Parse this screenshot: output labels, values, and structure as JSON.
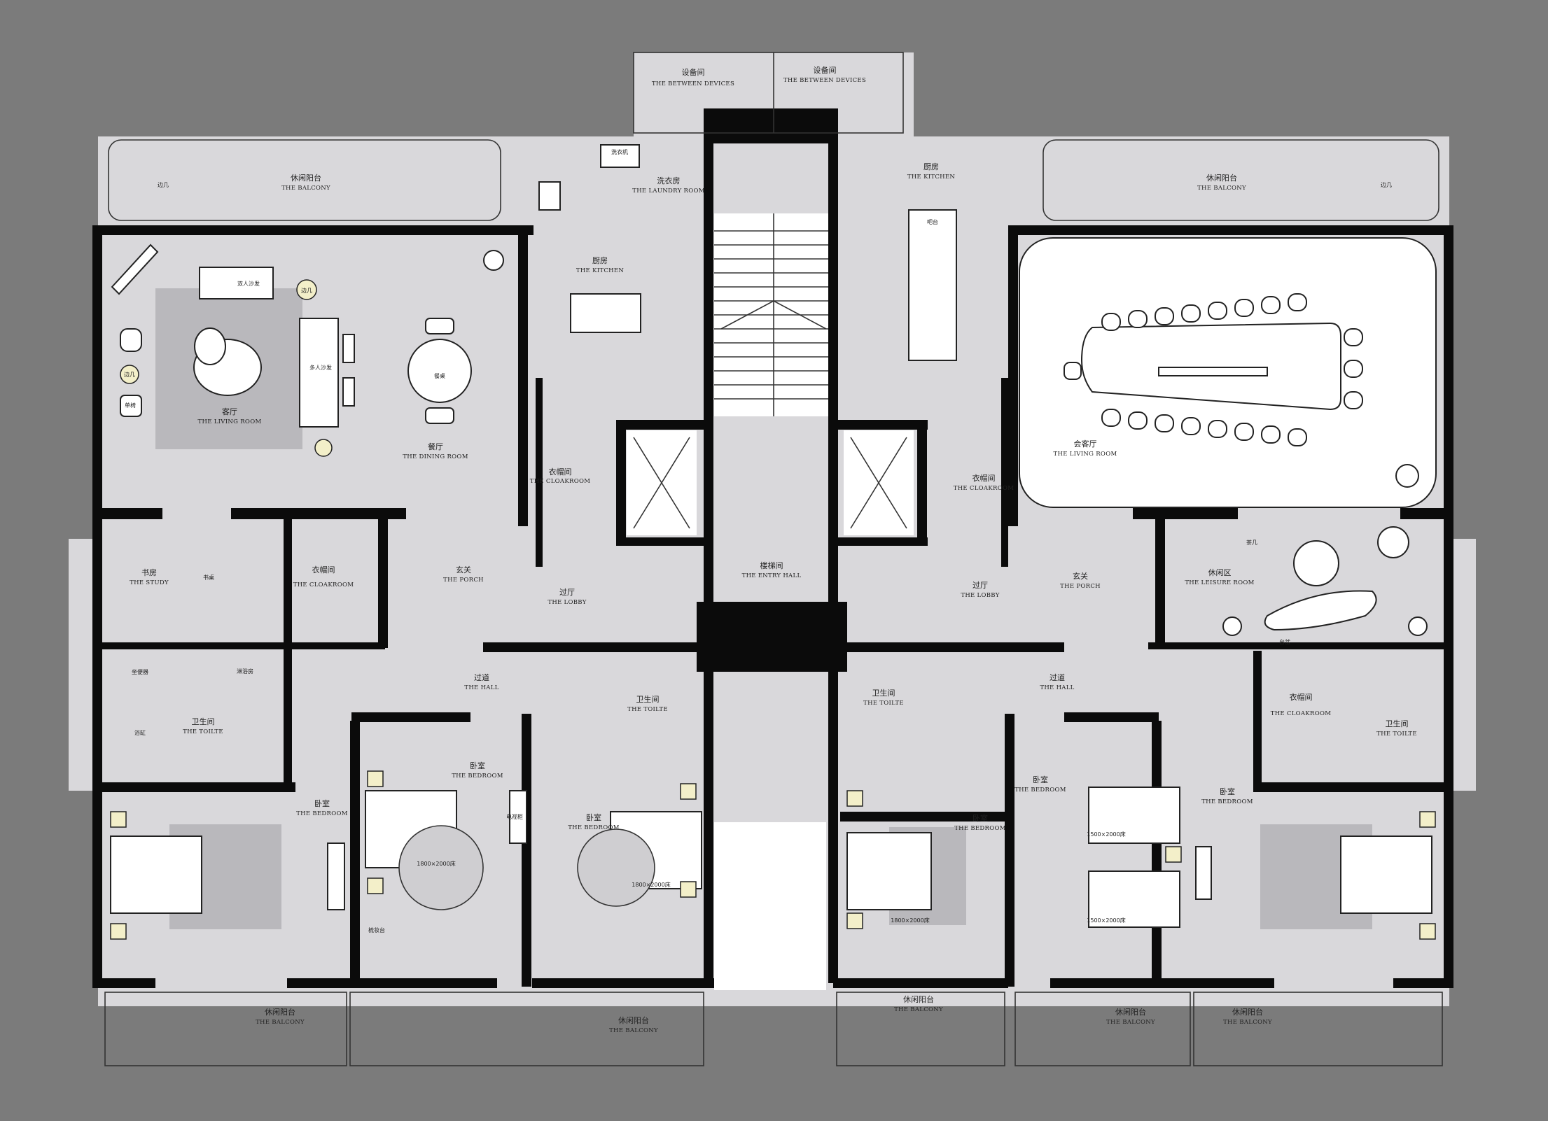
{
  "rooms": {
    "devices_l": {
      "cn": "设备间",
      "en": "THE BETWEEN DEVICES"
    },
    "devices_r": {
      "cn": "设备间",
      "en": "THE BETWEEN DEVICES"
    },
    "balcony_tl": {
      "cn": "休闲阳台",
      "en": "THE BALCONY"
    },
    "balcony_tr": {
      "cn": "休闲阳台",
      "en": "THE BALCONY"
    },
    "laundry": {
      "cn": "洗衣房",
      "en": "THE LAUNDRY ROOM"
    },
    "kitchen_l": {
      "cn": "厨房",
      "en": "THE KITCHEN"
    },
    "kitchen_r": {
      "cn": "厨房",
      "en": "THE KITCHEN"
    },
    "living_l": {
      "cn": "客厅",
      "en": "THE LIVING ROOM"
    },
    "dining": {
      "cn": "餐厅",
      "en": "THE DINING ROOM"
    },
    "living_r": {
      "cn": "会客厅",
      "en": "THE LIVING ROOM"
    },
    "cloak_1": {
      "cn": "衣帽间",
      "en": "THE CLOAKROOM"
    },
    "cloak_2": {
      "cn": "衣帽间",
      "en": "THE CLOAKROOM"
    },
    "cloak_3": {
      "cn": "衣帽间",
      "en": "THE CLOAKROOM"
    },
    "cloak_4": {
      "cn": "衣帽间",
      "en": "THE CLOAKROOM"
    },
    "study": {
      "cn": "书房",
      "en": "THE STUDY"
    },
    "porch_l": {
      "cn": "玄关",
      "en": "THE PORCH"
    },
    "porch_r": {
      "cn": "玄关",
      "en": "THE PORCH"
    },
    "lobby_l": {
      "cn": "过厅",
      "en": "THE LOBBY"
    },
    "lobby_r": {
      "cn": "过厅",
      "en": "THE LOBBY"
    },
    "entry": {
      "cn": "楼梯间",
      "en": "THE ENTRY HALL"
    },
    "leisure": {
      "cn": "休闲区",
      "en": "THE LEISURE ROOM"
    },
    "hall_l": {
      "cn": "过道",
      "en": "THE HALL"
    },
    "hall_r": {
      "cn": "过道",
      "en": "THE HALL"
    },
    "toilet_1": {
      "cn": "卫生间",
      "en": "THE TOILTE"
    },
    "toilet_2": {
      "cn": "卫生间",
      "en": "THE TOILTE"
    },
    "toilet_3": {
      "cn": "卫生间",
      "en": "THE TOILTE"
    },
    "toilet_4": {
      "cn": "卫生间",
      "en": "THE TOILTE"
    },
    "bed_1": {
      "cn": "卧室",
      "en": "THE BEDROOM"
    },
    "bed_2": {
      "cn": "卧室",
      "en": "THE BEDROOM"
    },
    "bed_3": {
      "cn": "卧室",
      "en": "THE BEDROOM"
    },
    "bed_4": {
      "cn": "卧室",
      "en": "THE BEDROOM"
    },
    "bed_5": {
      "cn": "卧室",
      "en": "THE BEDROOM"
    },
    "bed_6": {
      "cn": "卧室",
      "en": "THE BEDROOM"
    },
    "balc_b1": {
      "cn": "休闲阳台",
      "en": "THE BALCONY"
    },
    "balc_b2": {
      "cn": "休闲阳台",
      "en": "THE BALCONY"
    },
    "balc_b3": {
      "cn": "休闲阳台",
      "en": "THE BALCONY"
    },
    "balc_b4": {
      "cn": "休闲阳台",
      "en": "THE BALCONY"
    },
    "balc_b5": {
      "cn": "休闲阳台",
      "en": "THE BALCONY"
    }
  },
  "furniture": {
    "side_table": "边几",
    "double_sofa": "双人沙发",
    "multi_sofa": "多人沙发",
    "dining_table": "餐桌",
    "lounge_chair": "单椅",
    "tv_cabinet": "电视柜",
    "bed_18": "1800×2000床",
    "bed_15": "1500×2000床",
    "makeup": "梳妆台",
    "laundry_mach": "洗衣机",
    "desk": "书桌",
    "washbasin": "台盆",
    "bathtub": "浴缸",
    "toilet_item": "坐便器",
    "shower": "淋浴房",
    "tea_table": "茶几",
    "bar": "吧台"
  }
}
